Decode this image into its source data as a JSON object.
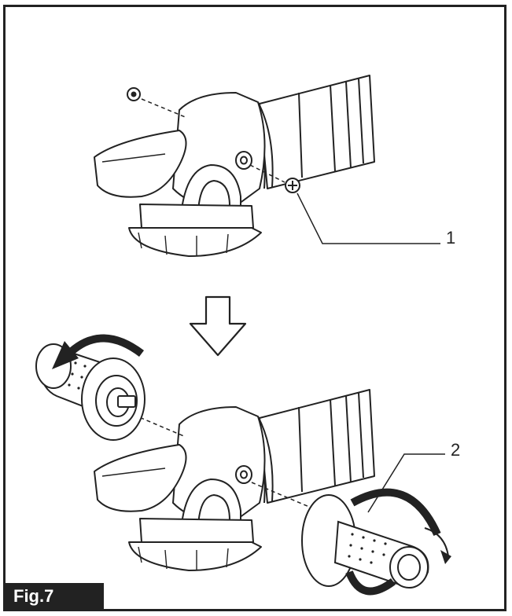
{
  "figure": {
    "label": "Fig.7",
    "callouts": [
      {
        "id": "1",
        "text": "1"
      },
      {
        "id": "2",
        "text": "2"
      }
    ]
  },
  "colors": {
    "line": "#222222",
    "fill": "#ffffff",
    "label_bg": "#222222",
    "label_text": "#ffffff"
  }
}
